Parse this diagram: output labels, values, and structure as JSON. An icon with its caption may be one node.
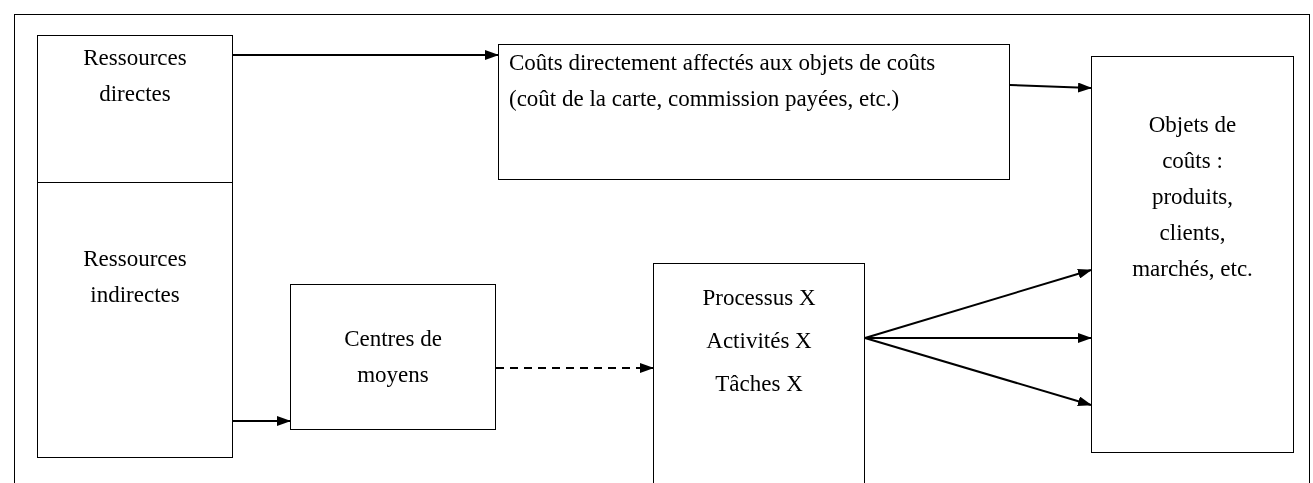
{
  "diagram": {
    "nodes": [
      {
        "text": [
          "Ressources directes"
        ]
      },
      {
        "text": [
          "Ressources indirectes"
        ]
      },
      {
        "text": [
          "Coûts directement affectés aux objets de coûts (coût de la carte, commission payées, etc.)"
        ]
      },
      {
        "text": [
          "Objets de coûts : produits, clients, marchés, etc."
        ]
      },
      {
        "text": [
          "Centres de moyens"
        ]
      },
      {
        "text": [
          "Processus X",
          "Activités X",
          "Tâches X"
        ]
      }
    ],
    "edges": [
      {
        "from": 0,
        "to": 2,
        "arrow": "to"
      },
      {
        "from": 2,
        "to": 3,
        "arrow": "to"
      },
      {
        "from": 1,
        "to": 4,
        "arrow": "to"
      },
      {
        "from": 4,
        "to": 5,
        "arrow": "to",
        "style": "dashed"
      },
      {
        "from": 5,
        "to": 3,
        "arrow": "to"
      },
      {
        "from": 5,
        "to": 3,
        "arrow": "to"
      },
      {
        "from": 5,
        "to": 3,
        "arrow": "to"
      }
    ]
  }
}
